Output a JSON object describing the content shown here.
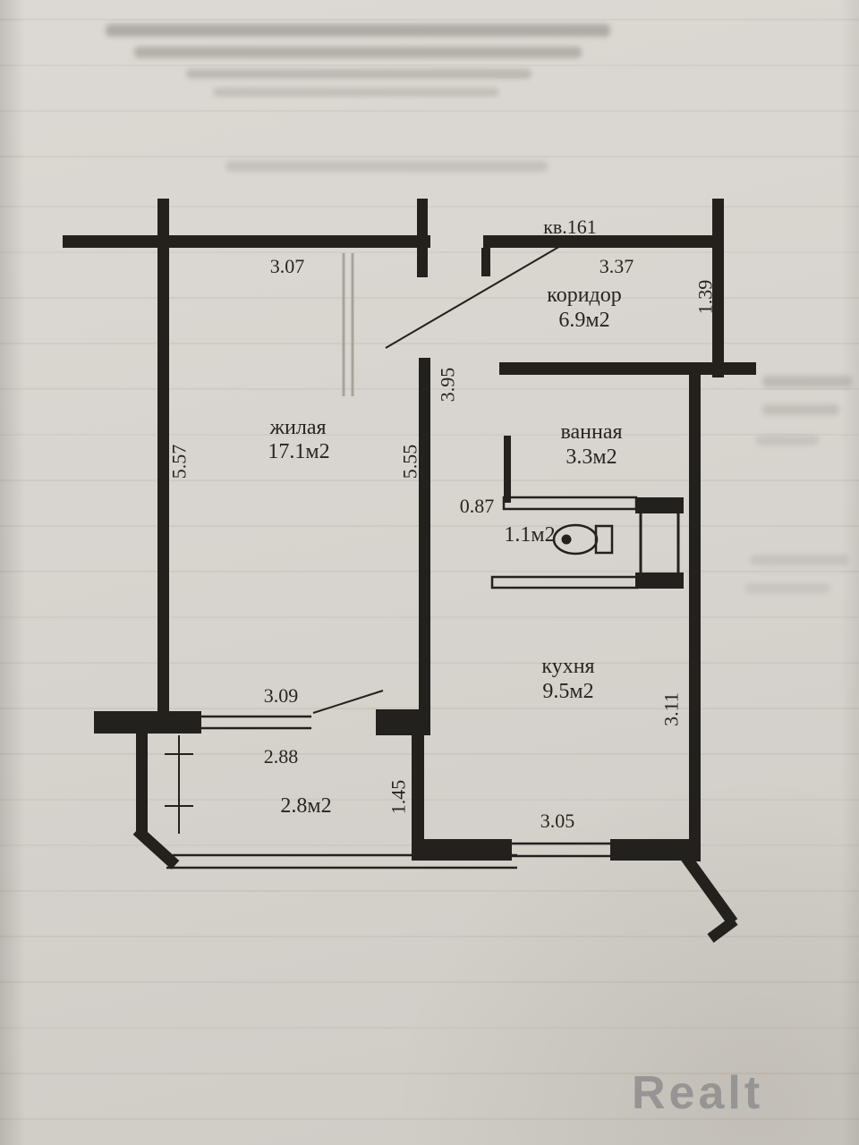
{
  "colors": {
    "paper": "#d7d3ce",
    "ink": "#23211e",
    "door_leaf_gray": "#a8a39b",
    "watermark_gray": "#8e8e8e"
  },
  "watermark": {
    "brand": "Realt"
  },
  "plan": {
    "apartment_label": "кв.161",
    "rooms": {
      "living": {
        "name": "жилая",
        "area": "17.1м2"
      },
      "corridor": {
        "name": "коридор",
        "area": "6.9м2"
      },
      "bathroom": {
        "name": "ванная",
        "area": "3.3м2"
      },
      "wc": {
        "area": "1.1м2"
      },
      "kitchen": {
        "name": "кухня",
        "area": "9.5м2"
      },
      "balcony": {
        "area": "2.8м2"
      }
    },
    "dimensions": {
      "top_wall_left": "3.07",
      "top_wall_right": "3.37",
      "entry_side": "1.39",
      "corridor_depth": "3.95",
      "living_left": "5.57",
      "living_right": "5.55",
      "bath_width": "0.87",
      "kitchen_height": "3.11",
      "balcony_opening": "3.09",
      "balcony_width": "2.88",
      "balcony_depth": "1.45",
      "kitchen_window": "3.05"
    }
  }
}
